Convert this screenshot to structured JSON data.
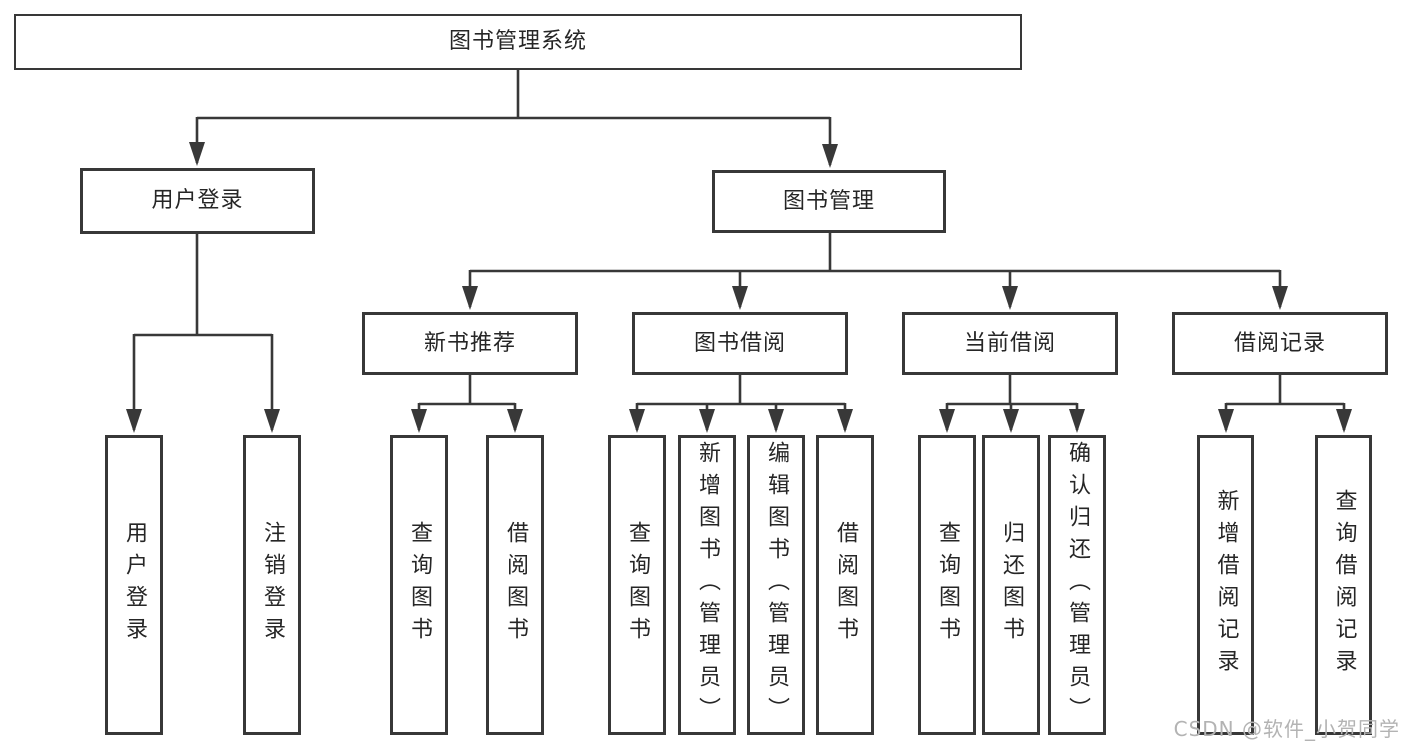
{
  "diagram": {
    "type": "tree",
    "root": {
      "label": "图书管理系统"
    },
    "user_login_branch": {
      "label": "用户登录",
      "children": [
        {
          "label": "用户登录"
        },
        {
          "label": "注销登录"
        }
      ]
    },
    "book_mgmt_branch": {
      "label": "图书管理",
      "children": [
        {
          "label": "新书推荐",
          "children": [
            {
              "label": "查询图书"
            },
            {
              "label": "借阅图书"
            }
          ]
        },
        {
          "label": "图书借阅",
          "children": [
            {
              "label": "查询图书"
            },
            {
              "label": "新增图书（管理员）"
            },
            {
              "label": "编辑图书（管理员）"
            },
            {
              "label": "借阅图书"
            }
          ]
        },
        {
          "label": "当前借阅",
          "children": [
            {
              "label": "查询图书"
            },
            {
              "label": "归还图书"
            },
            {
              "label": "确认归还（管理员）"
            }
          ]
        },
        {
          "label": "借阅记录",
          "children": [
            {
              "label": "新增借阅记录"
            },
            {
              "label": "查询借阅记录"
            }
          ]
        }
      ]
    },
    "watermark": "CSDN @软件_小贺同学",
    "colors": {
      "line": "#383838",
      "text": "#262626",
      "watermark": "#b3b3b3",
      "bg": "#ffffff"
    }
  }
}
